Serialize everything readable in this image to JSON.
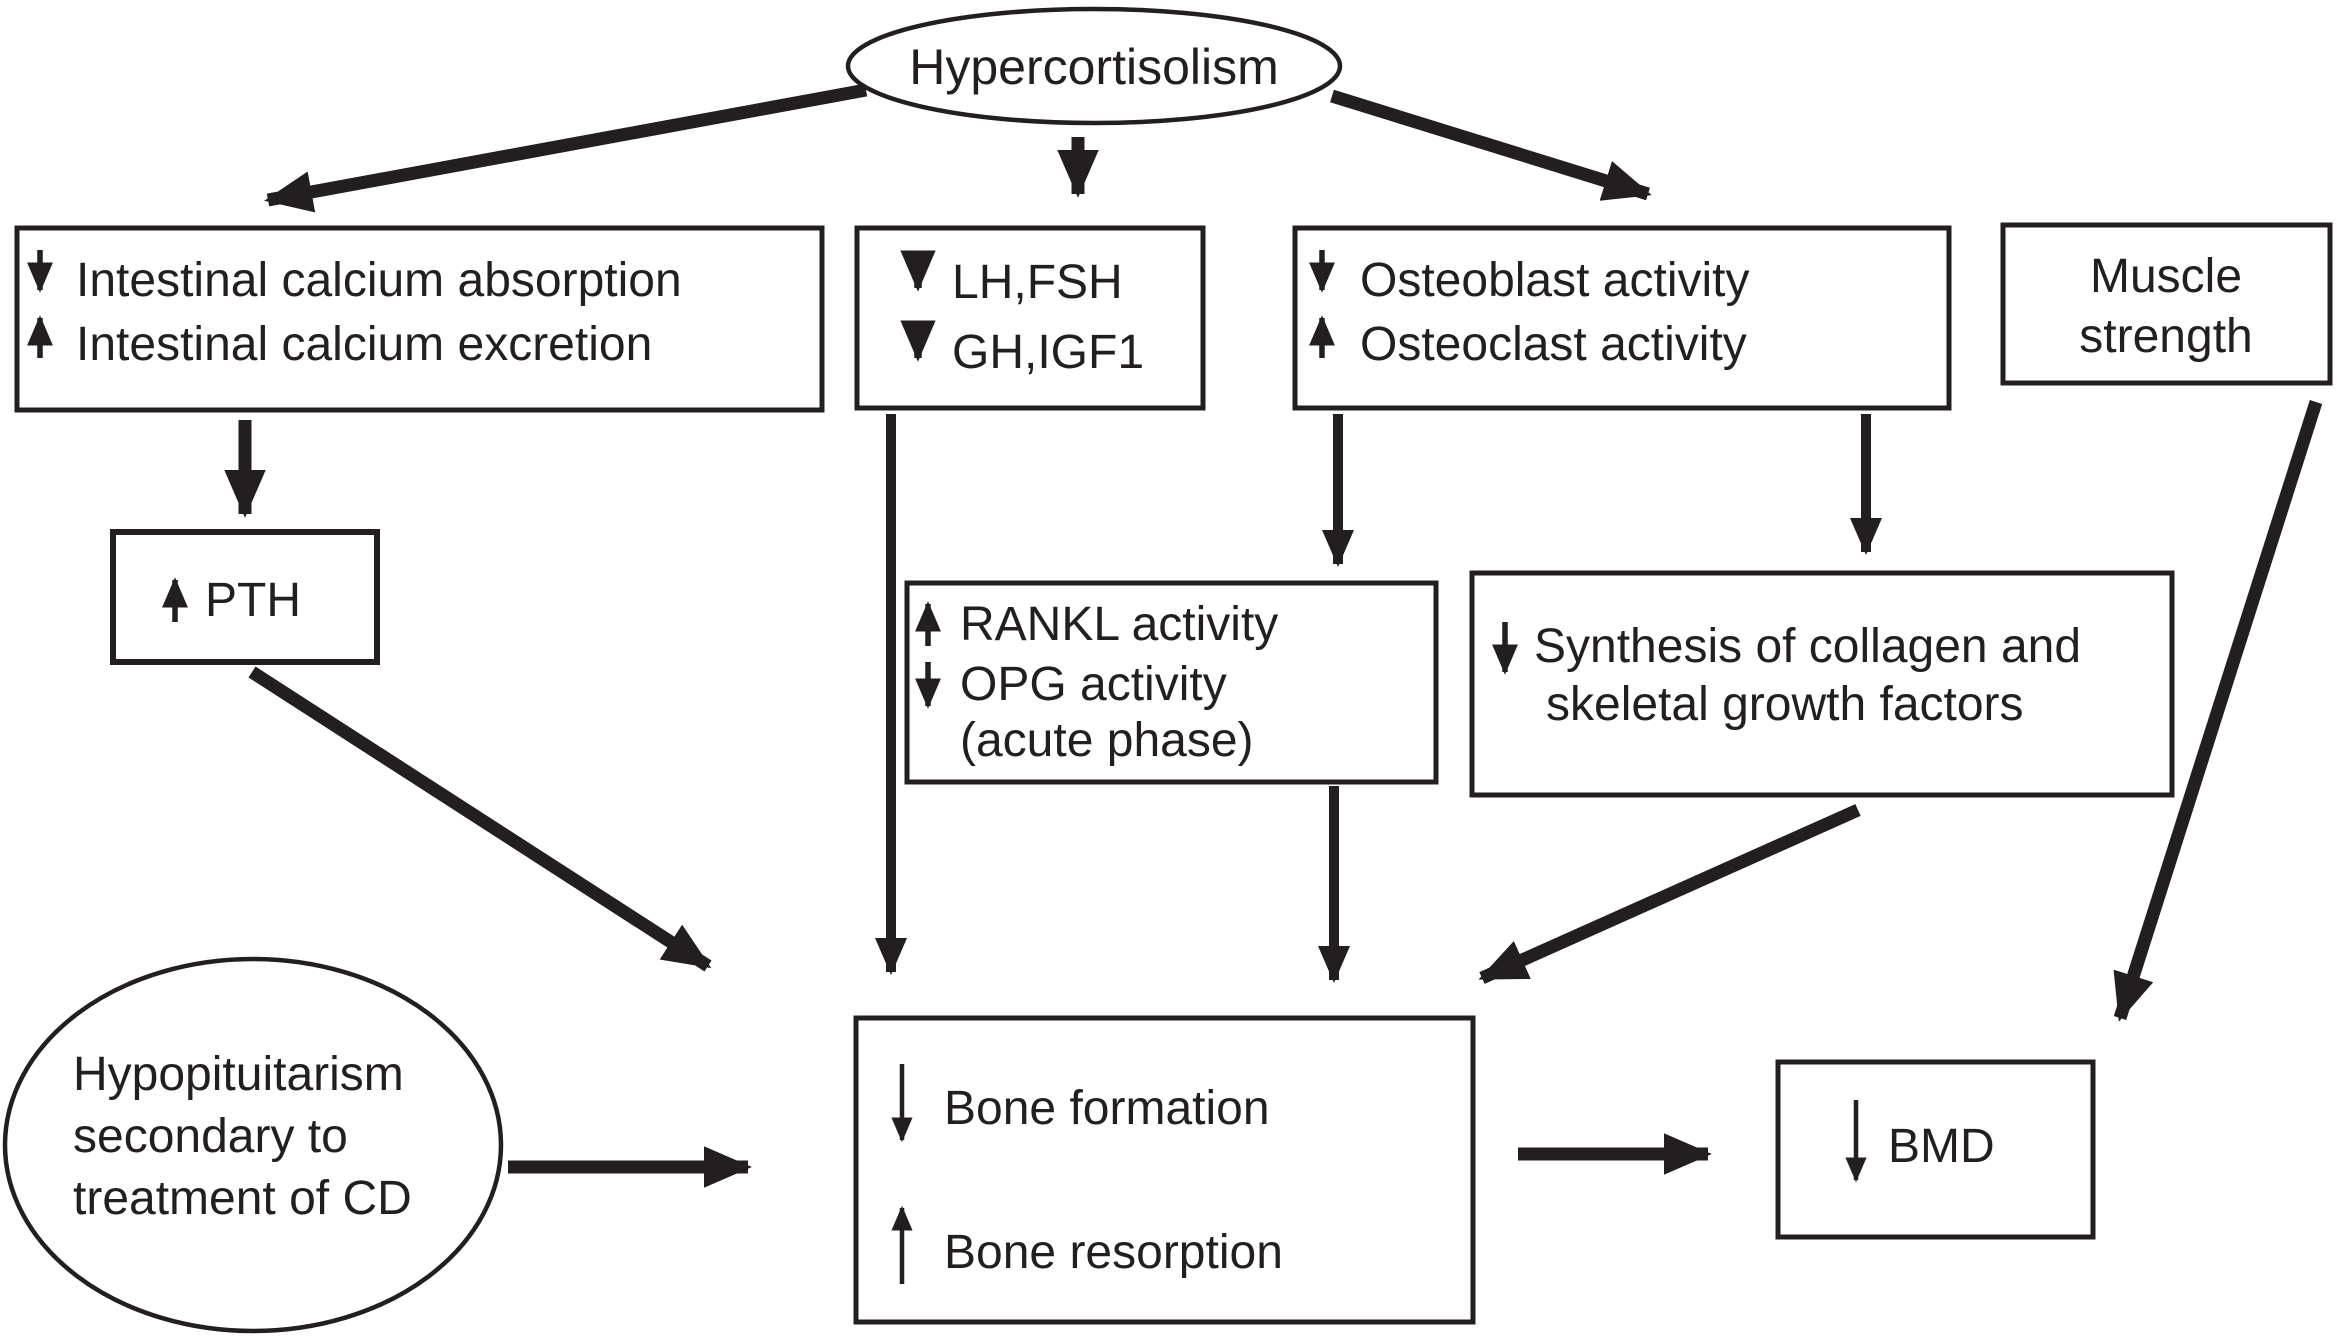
{
  "colors": {
    "ink": "#231f20",
    "background": "#ffffff"
  },
  "nodes": {
    "hypercortisolism": {
      "label": "Hypercortisolism"
    },
    "calcium": {
      "line1_icon": "decrease",
      "line1": "Intestinal calcium absorption",
      "line2_icon": "increase",
      "line2": "Intestinal calcium excretion"
    },
    "gonadotropin": {
      "line1_icon": "decrease",
      "line1": "LH,FSH",
      "line2_icon": "decrease",
      "line2": "GH,IGF1"
    },
    "osteoblast": {
      "line1_icon": "decrease",
      "line1": "Osteoblast activity",
      "line2_icon": "increase",
      "line2": "Osteoclast activity"
    },
    "muscle": {
      "line1": "Muscle",
      "line2": "strength"
    },
    "pth": {
      "line1_icon": "increase",
      "line1": "PTH"
    },
    "rankl": {
      "line1_icon": "increase",
      "line1": "RANKL activity",
      "line2_icon": "decrease",
      "line2": "OPG activity",
      "line3": "(acute phase)"
    },
    "synthesis": {
      "line1_icon": "decrease",
      "line1": "Synthesis of collagen and",
      "line2": "skeletal growth factors"
    },
    "hypopituitarism": {
      "line1": "Hypopituitarism",
      "line2": "secondary to",
      "line3": "treatment of CD"
    },
    "bone": {
      "line1_icon": "decrease",
      "line1": "Bone formation",
      "line2_icon": "increase",
      "line2": "Bone resorption"
    },
    "bmd": {
      "line1_icon": "decrease",
      "line1": "BMD"
    }
  }
}
